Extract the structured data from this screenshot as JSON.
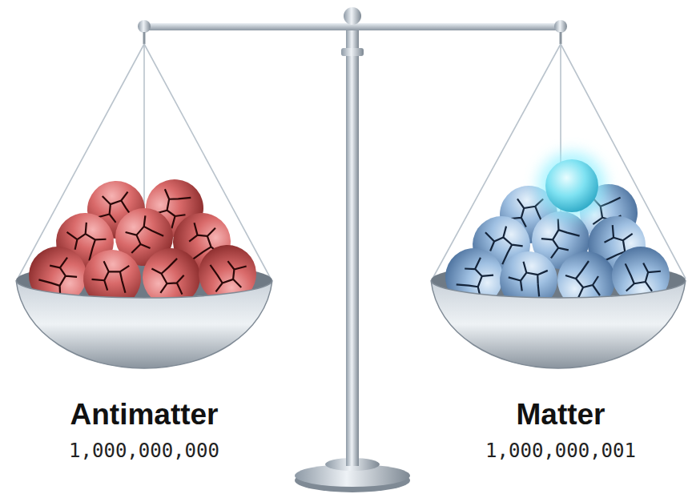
{
  "diagram": {
    "labels": [
      "Antimatter",
      "1,000,000,000",
      "Matter",
      "1,000,000,001"
    ]
  }
}
